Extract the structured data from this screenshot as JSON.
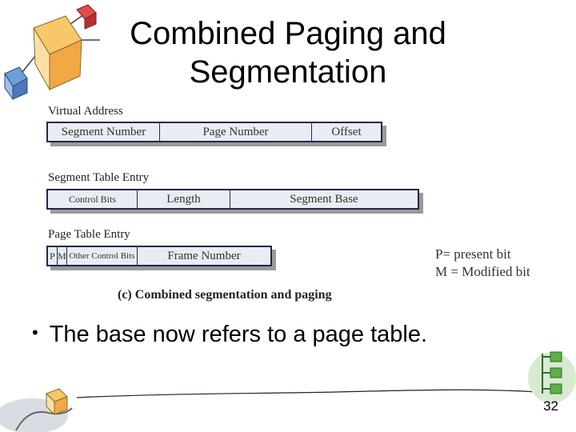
{
  "slide": {
    "title_line1": "Combined Paging and",
    "title_line2": "Segmentation",
    "bullet": "The base now refers to a page table.",
    "page_number": "32"
  },
  "figure": {
    "virtual_address": {
      "label": "Virtual Address",
      "fields": [
        "Segment Number",
        "Page Number",
        "Offset"
      ]
    },
    "segment_table_entry": {
      "label": "Segment Table Entry",
      "fields": [
        "Control Bits",
        "Length",
        "Segment Base"
      ]
    },
    "page_table_entry": {
      "label": "Page Table Entry",
      "fields": [
        "P",
        "M",
        "Other Control Bits",
        "Frame Number"
      ]
    },
    "legend": [
      "P= present bit",
      "M = Modified bit"
    ],
    "caption": "(c) Combined segmentation and paging"
  },
  "colors": {
    "register_border": "#1d2a4a",
    "register_fill": "#e9ecf2",
    "shadow": "#9a9a9a"
  },
  "icons": [
    "puzzle-cubes-icon",
    "network-blocks-icon",
    "hand-cube-icon"
  ]
}
